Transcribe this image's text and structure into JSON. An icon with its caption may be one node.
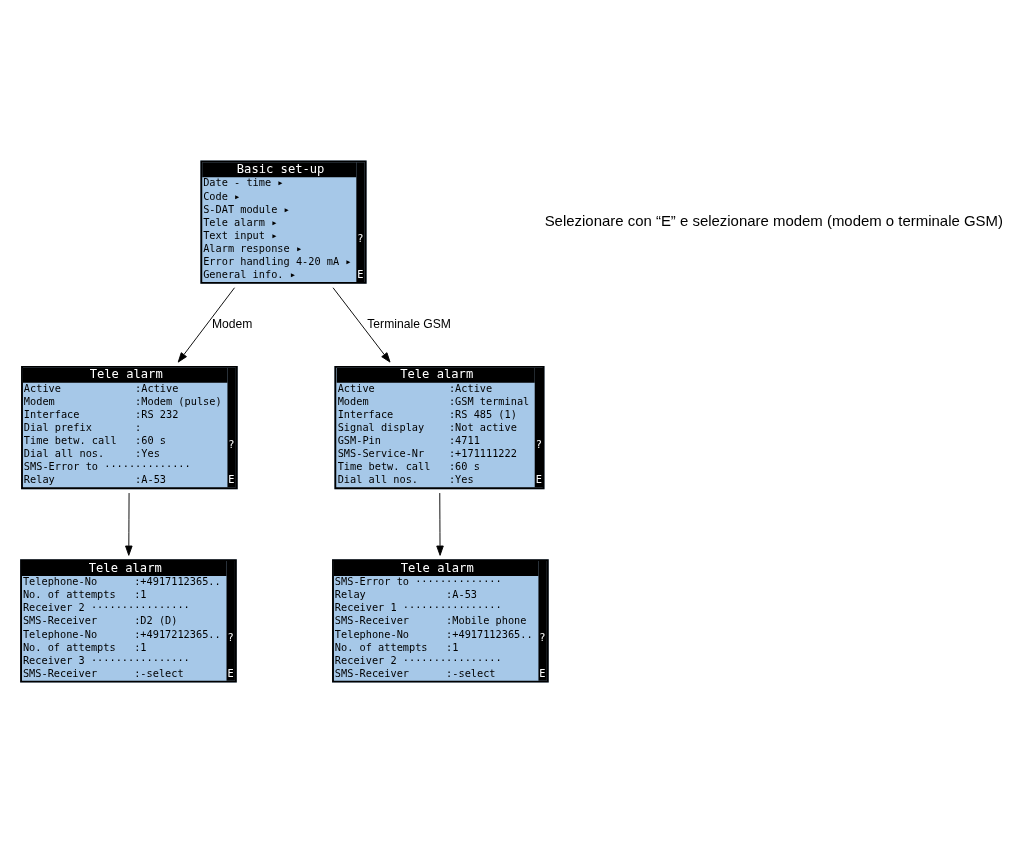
{
  "diagram": {
    "nodes": [
      {
        "text": [
          "Basic set-up",
          "Date - time ▸",
          "Code ▸",
          "S-DAT module ▸",
          "Tele alarm ▸",
          "Text input ▸",
          "Alarm response ▸",
          "Error handling 4-20 mA ▸",
          "General info. ▸",
          "?",
          "E"
        ]
      },
      {
        "text": [
          "Tele alarm",
          "Active            :Active",
          "Modem             :Modem (pulse)",
          "Interface         :RS 232",
          "Dial prefix       :",
          "Time betw. call   :60 s",
          "Dial all nos.     :Yes",
          "SMS-Error to ··············",
          "Relay             :A-53",
          "?",
          "E"
        ]
      },
      {
        "text": [
          "Tele alarm",
          "Active            :Active",
          "Modem             :GSM terminal",
          "Interface         :RS 485 (1)",
          "Signal display    :Not active",
          "GSM-Pin           :4711",
          "SMS-Service-Nr    :+171111222",
          "Time betw. call   :60 s",
          "Dial all nos.     :Yes",
          "?",
          "E"
        ]
      },
      {
        "text": [
          "Tele alarm",
          "Telephone-No      :+4917112365..",
          "No. of attempts   :1",
          "Receiver 2 ················",
          "SMS-Receiver      :D2 (D)",
          "Telephone-No      :+4917212365..",
          "No. of attempts   :1",
          "Receiver 3 ················",
          "SMS-Receiver      :-select",
          "?",
          "E"
        ]
      },
      {
        "text": [
          "Tele alarm",
          "SMS-Error to ··············",
          "Relay             :A-53",
          "Receiver 1 ················",
          "SMS-Receiver      :Mobile phone",
          "Telephone-No      :+4917112365..",
          "No. of attempts   :1",
          "Receiver 2 ················",
          "SMS-Receiver      :-select",
          "?",
          "E"
        ]
      }
    ],
    "edges": [
      {
        "from": 0,
        "to": 1,
        "arrow": "to",
        "label": "Modem"
      },
      {
        "from": 0,
        "to": 2,
        "arrow": "to",
        "label": "Terminale GSM"
      },
      {
        "from": 1,
        "to": 3,
        "arrow": "to"
      },
      {
        "from": 2,
        "to": 4,
        "arrow": "to"
      }
    ],
    "labels": [
      "Selezionare con “E” e selezionare modem (modem o terminale GSM)"
    ]
  }
}
